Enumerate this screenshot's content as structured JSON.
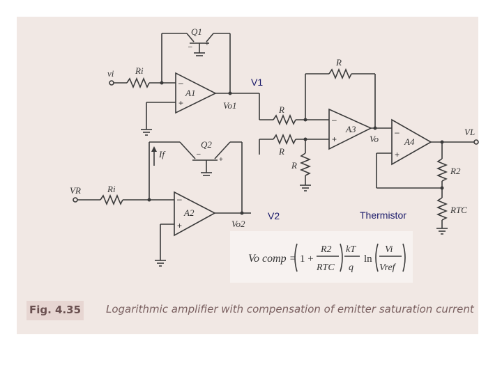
{
  "labels": {
    "vi": "vi",
    "ri1": "Ri",
    "q1": "Q1",
    "a1": "A1",
    "vo1": "Vo1",
    "if": "If",
    "q2": "Q2",
    "vr": "VR",
    "ri2": "Ri",
    "a2": "A2",
    "vo2": "Vo2",
    "r_top": "R",
    "r_a": "R",
    "r_b": "R",
    "r_gnd": "R",
    "a3": "A3",
    "vo": "Vo",
    "a4": "A4",
    "vl": "VL",
    "r2": "R2",
    "rtc": "RTC"
  },
  "overlay": {
    "v1": "V1",
    "v2": "V2",
    "thermistor": "Thermistor"
  },
  "formula": {
    "lhs": "Vo comp =",
    "one_plus": "1 +",
    "r2": "R2",
    "rtc": "RTC",
    "kt": "kT",
    "q": "q",
    "ln": "ln",
    "vi": "Vi",
    "vref": "Vref"
  },
  "caption": {
    "tag": "Fig. 4.35",
    "text": "Logarithmic amplifier with compensation of emitter saturation current"
  }
}
